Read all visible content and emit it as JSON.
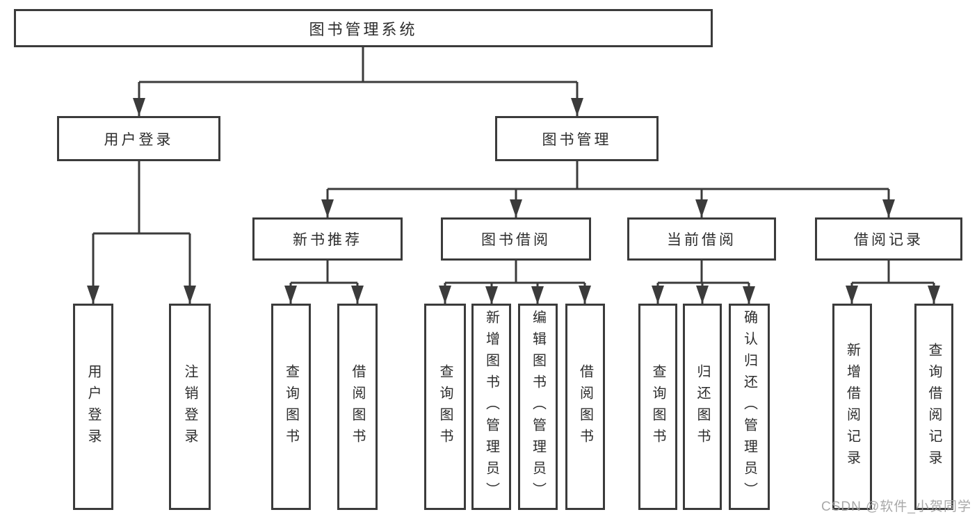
{
  "colors": {
    "line": "#3b3b3b",
    "node_text": "#2d2d2d",
    "background": "#ffffff",
    "watermark_text": "#9e9e9e"
  },
  "diagram": {
    "root": "图书管理系统",
    "level2": [
      "用户登录",
      "图书管理"
    ],
    "level3": [
      "新书推荐",
      "图书借阅",
      "当前借阅",
      "借阅记录"
    ],
    "leaves": [
      "用户登录",
      "注销登录",
      "查询图书",
      "借阅图书",
      "查询图书",
      "新增图书（管理员）",
      "编辑图书（管理员）",
      "借阅图书",
      "查询图书",
      "归还图书",
      "确认归还（管理员）",
      "新增借阅记录",
      "查询借阅记录"
    ]
  },
  "watermark": "CSDN @软件_小贺同学"
}
